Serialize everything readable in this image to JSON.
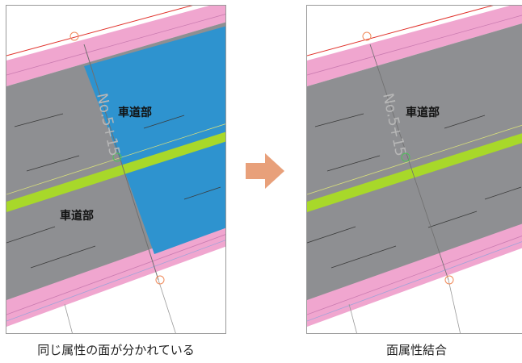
{
  "left_panel": {
    "area_label_top": "車道部",
    "area_label_bottom": "車道部",
    "station_text": "No.5+15",
    "caption": "同じ属性の面が分かれている"
  },
  "right_panel": {
    "area_label": "車道部",
    "station_text": "No.5+15",
    "caption": "面属性結合"
  },
  "arrow_icon": "right-arrow-icon",
  "colors": {
    "road_surface": "#8e8f92",
    "sidewalk": "#f0a6cf",
    "median_green": "#a8d82a",
    "selected_area": "#2e93cf",
    "arrow": "#e8a07a"
  }
}
